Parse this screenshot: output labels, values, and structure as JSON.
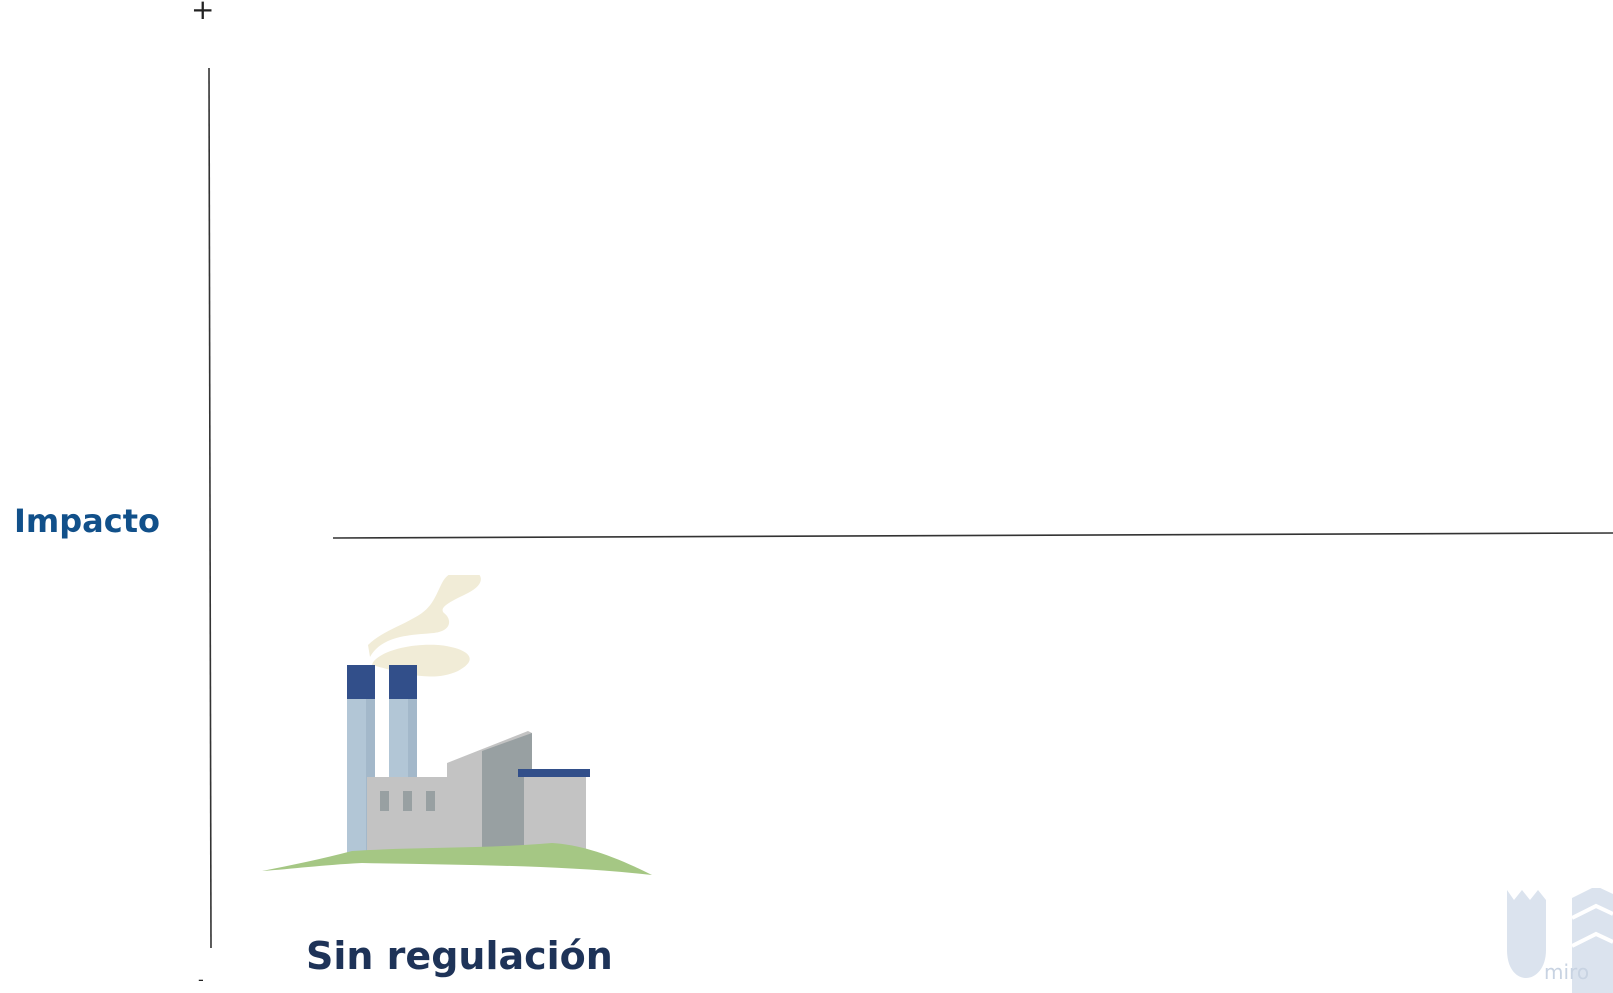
{
  "axis": {
    "top_marker": "+",
    "bottom_marker": "-",
    "label": "Impacto"
  },
  "caption": "Sin regulación",
  "watermark": {
    "text": "miro"
  },
  "colors": {
    "label_blue": "#11508a",
    "caption_navy": "#1e3358",
    "axis_line": "#333333",
    "stack_cap_blue": "#324f8a",
    "stack_pale_blue": "#b2c6d6",
    "building_gray": "#c3c3c3",
    "building_dark_gray": "#98a0a2",
    "ground_green": "#a5c784",
    "smoke_cream": "#f1ecd7",
    "watermark_blue": "#dbe3ee"
  },
  "illustration": {
    "icon": "factory-icon"
  }
}
